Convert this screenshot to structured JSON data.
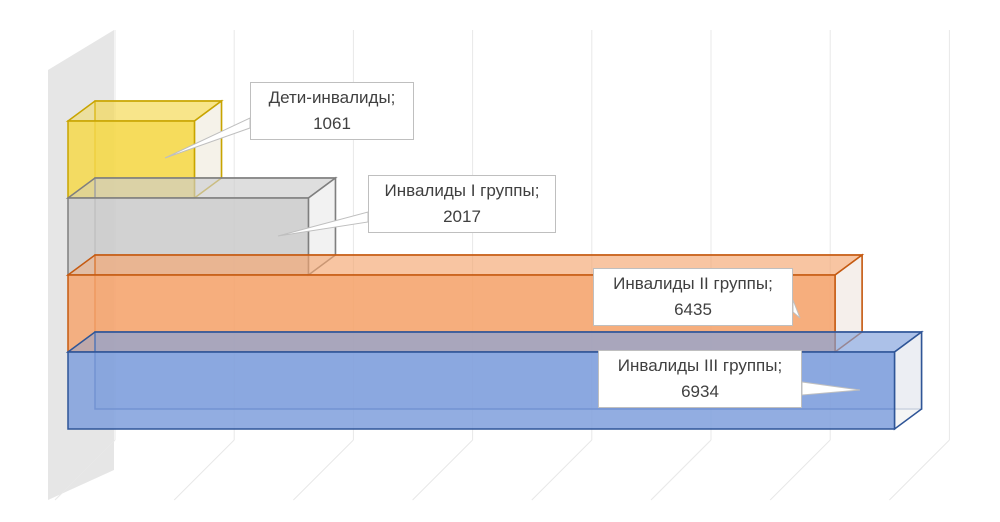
{
  "chart_data": {
    "type": "bar",
    "orientation": "horizontal-3d",
    "categories": [
      "Дети-инвалиды",
      "Инвалиды I группы",
      "Инвалиды II группы",
      "Инвалиды III группы"
    ],
    "values": [
      1061,
      2017,
      6435,
      6934
    ],
    "colors": [
      "#f5d84a",
      "#cccccc",
      "#f5a56e",
      "#7f9fdc"
    ],
    "edge_colors": [
      "#c8a400",
      "#7f7f7f",
      "#c55a11",
      "#2f5597"
    ],
    "xlim": [
      0,
      7000
    ],
    "grid": true,
    "labels": [
      "Дети-инвалиды;",
      "Инвалиды I группы;",
      "Инвалиды II группы;",
      "Инвалиды III группы;"
    ],
    "label_values": [
      "1061",
      "2017",
      "6435",
      "6934"
    ]
  }
}
